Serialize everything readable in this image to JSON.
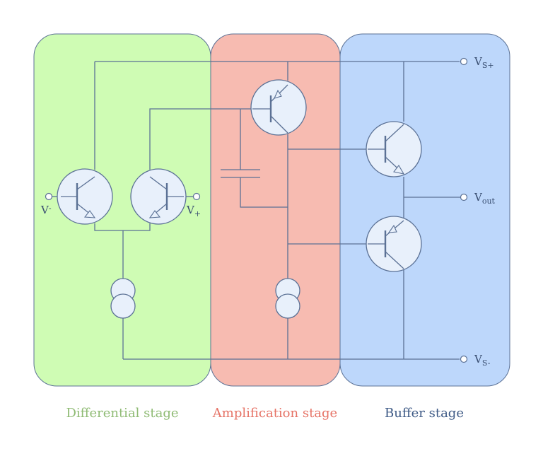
{
  "stages": [
    {
      "id": "differential",
      "label": "Differential stage",
      "color": "#cffcb4",
      "text_color": "#8fbb74"
    },
    {
      "id": "amplification",
      "label": "Amplification stage",
      "color": "#f7bbb1",
      "text_color": "#e67366"
    },
    {
      "id": "buffer",
      "label": "Buffer stage",
      "color": "#bdd7fb",
      "text_color": "#3e5a86"
    }
  ],
  "terminals": {
    "vs_plus": {
      "main": "V",
      "sub": "S+"
    },
    "vs_minus": {
      "main": "V",
      "sub": "S-"
    },
    "vout": {
      "main": "V",
      "sub": "out"
    },
    "v_minus": {
      "main": "V",
      "sub": "-"
    },
    "v_plus": {
      "main": "V",
      "sub": "+"
    }
  },
  "colors": {
    "wire": "#5b7195",
    "device_fill": "#e8f0fb"
  }
}
